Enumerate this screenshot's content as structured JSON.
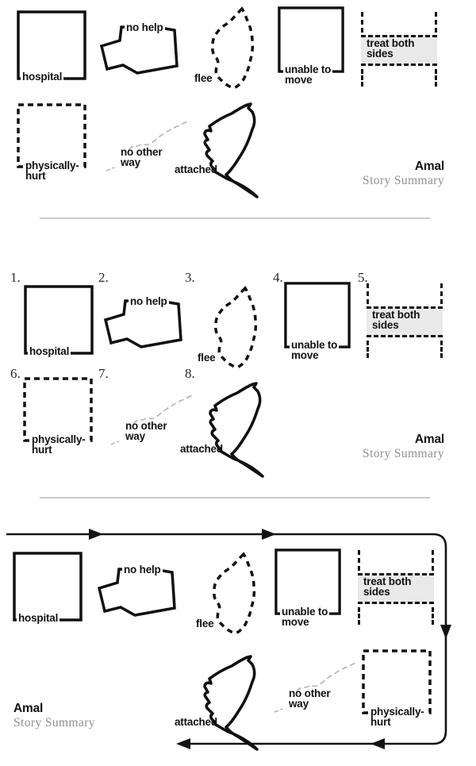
{
  "labels": {
    "hospital": "hospital",
    "no_help": "no help",
    "flee": "flee",
    "unable_1": "unable to",
    "unable_2": "move",
    "treat_1": "treat both",
    "treat_2": "sides",
    "physically_1": "physically-",
    "physically_2": "hurt",
    "no_other_1": "no other",
    "no_other_2": "way",
    "attached": "attached"
  },
  "title": {
    "name": "Amal",
    "subtitle": "Story Summary"
  },
  "numbers": [
    "1.",
    "2.",
    "3.",
    "4.",
    "5.",
    "6.",
    "7.",
    "8."
  ],
  "colors": {
    "ink": "#111111",
    "band_fill": "#e9e9e9",
    "divider": "#c9c9c9",
    "squiggle": "#b3b3b3",
    "subtitle_gray": "#8f8f8f"
  }
}
